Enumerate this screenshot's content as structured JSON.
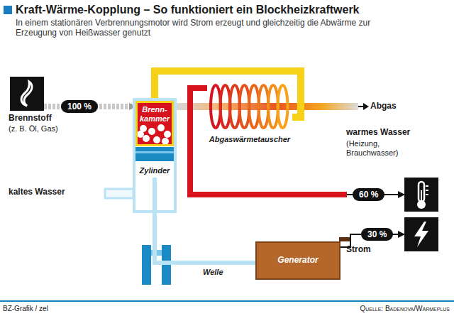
{
  "diagram": {
    "title": "Kraft-Wärme-Kopplung – So funktioniert ein Blockheizkraftwerk",
    "caption": "In einem stationären Verbrennungsmotor wird Strom erzeugt und gleichzeitig die Abwärme zur Erzeugung von Heißwasser genutzt",
    "nodes": [
      {
        "text": [
          "Brennstoff",
          "(z. B. Öl, Gas)"
        ]
      },
      {
        "text": [
          "Zylinder"
        ]
      },
      {
        "text": [
          "Brenn- kammer"
        ],
        "in": 1
      },
      {
        "text": [
          "Abgaswärmetauscher"
        ]
      },
      {
        "text": [
          "warmes Wasser",
          "(Heizung, Brauchwasser)"
        ]
      },
      {
        "text": [
          "Strom"
        ]
      },
      {
        "text": [
          "Generator"
        ]
      }
    ],
    "edges": [
      {
        "from": 0,
        "to": 2,
        "arrow": "to",
        "label": "100 %"
      },
      {
        "from": 2,
        "to": 3,
        "arrow": "none"
      },
      {
        "from": 3,
        "to": 4,
        "arrow": "to",
        "label": "60 %"
      },
      {
        "from": 1,
        "to": 6,
        "arrow": "none",
        "label": "Welle"
      },
      {
        "from": 6,
        "to": 5,
        "arrow": "to",
        "label": "30 %"
      }
    ],
    "labels": [
      "Abgas",
      "kaltes Wasser",
      "BZ-Grafik / zel",
      "Quelle: Badenova/Wärmeplus"
    ]
  }
}
